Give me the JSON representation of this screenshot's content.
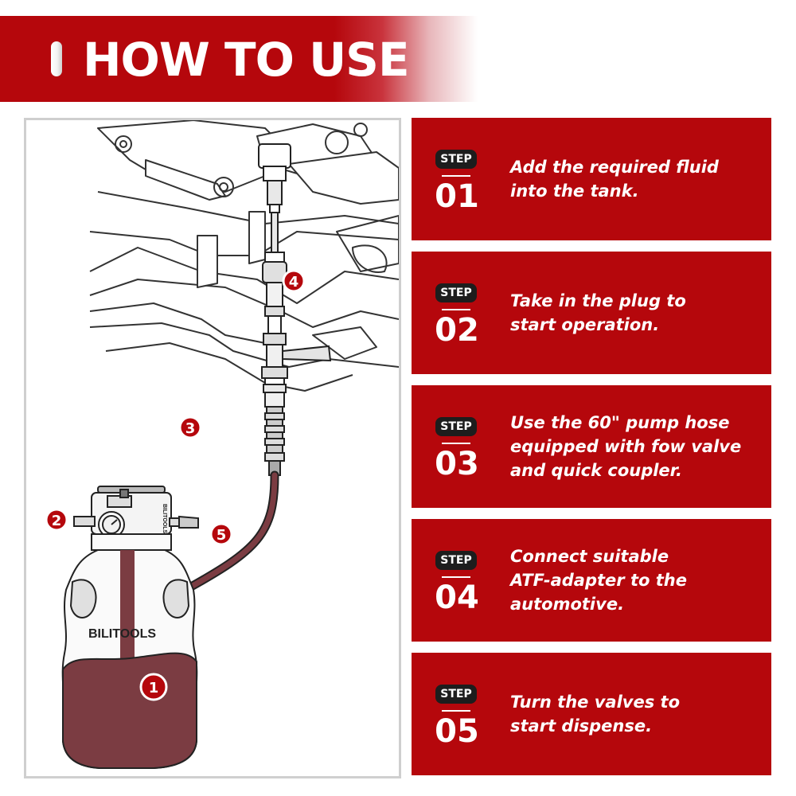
{
  "header": {
    "title": "HOW TO USE"
  },
  "colors": {
    "brand_red": "#b5070c",
    "fluid": "#7b3c42",
    "badge": "#1d1d1d"
  },
  "illustration": {
    "brand_tank": "BILITOOLS",
    "brand_pump": "BILITOOLS",
    "callouts": [
      "1",
      "2",
      "3",
      "4",
      "5"
    ]
  },
  "steps": [
    {
      "badge": "STEP",
      "number": "01",
      "lines": [
        "Add the required fluid",
        "into the tank."
      ]
    },
    {
      "badge": "STEP",
      "number": "02",
      "lines": [
        "Take in the plug to",
        "start operation."
      ]
    },
    {
      "badge": "STEP",
      "number": "03",
      "lines": [
        "Use the 60\" pump hose",
        "equipped with fow valve",
        "and quick coupler."
      ]
    },
    {
      "badge": "STEP",
      "number": "04",
      "lines": [
        "Connect suitable",
        "ATF-adapter to the",
        "automotive."
      ]
    },
    {
      "badge": "STEP",
      "number": "05",
      "lines": [
        "Turn the valves to",
        "start dispense."
      ]
    }
  ]
}
